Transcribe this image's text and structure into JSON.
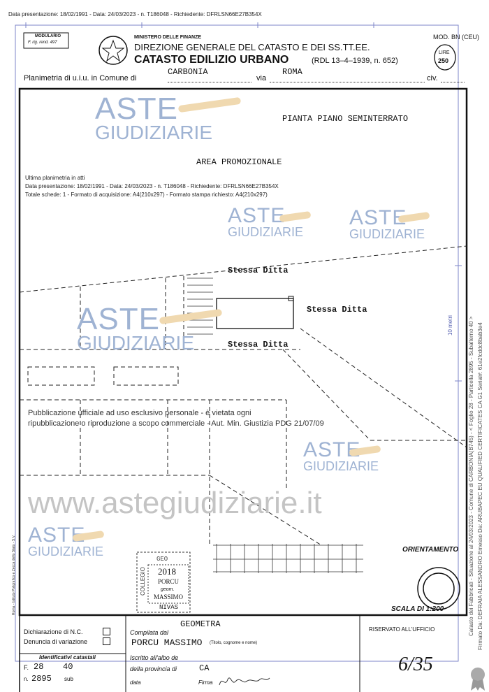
{
  "top_meta": "Data presentazione: 18/02/1991 - Data: 24/03/2023 - n. T186048 - Richiedente: DFRLSN66E27B354X",
  "header": {
    "modulario_line1": "MODULARIO",
    "modulario_line2": "F. rig. rend. 497",
    "ministry": "MINISTERO DELLE FINANZE",
    "direction": "DIREZIONE GENERALE DEL CATASTO E DEI SS.TT.EE.",
    "catasto": "CATASTO EDILIZIO URBANO",
    "law": "(RDL 13–4–1939, n. 652)",
    "mod": "MOD. BN (CEU)",
    "lire_label": "LIRE",
    "lire_value": "250",
    "planimetria_label": "Planimetria di u.i.u. in Comune di",
    "comune": "CARBONIA",
    "via_label": "via",
    "via": "ROMA",
    "civ_label": "civ."
  },
  "plan": {
    "title": "PIANTA PIANO SEMINTERRATO",
    "area": "AREA PROMOZIONALE",
    "labels": [
      "Stessa Ditta",
      "Stessa Ditta",
      "Stessa Ditta"
    ],
    "orientation": "ORIENTAMENTO",
    "scale": "SCALA DI 1:200"
  },
  "stamp": {
    "top": "GEO",
    "year": "2018",
    "surname": "PORCU",
    "geom": "geom.",
    "name": "MASSIMO",
    "city": "NIVAS",
    "side": "COLLEGIO"
  },
  "footer": {
    "dichiarazione": "Dichiarazione di N.C.",
    "denuncia": "Denuncia di variazione",
    "identificativi": "Identificativi catastali",
    "foglio_label": "F.",
    "foglio": "28",
    "sub_value": "40",
    "particella_label": "n.",
    "particella": "2895",
    "sub_label": "sub",
    "compilata_label": "Compilata dal",
    "professione": "GEOMETRA",
    "titolo_hint": "(Titolo, cognome e nome)",
    "compilatore": "PORCU MASSIMO",
    "iscritto_label": "Iscritto all'albo de",
    "provincia_label": "della provincia di",
    "provincia": "CA",
    "data_label": "data",
    "firma_label": "Firma",
    "riservato": "RISERVATO ALL'UFFICIO",
    "handwritten": "6/35"
  },
  "overlay": {
    "ultima": "Ultima planimetria in atti",
    "meta_line": "Data presentazione: 18/02/1991 - Data: 24/03/2023 - n. T186048 - Richiedente: DFRLSN66E27B354X",
    "totale": "Totale schede: 1 - Formato di acquisizione: A4(210x297) - Formato stampa richiesto: A4(210x297)",
    "disclaimer1": "Pubblicazione ufficiale ad uso esclusivo personale - è vietata ogni",
    "disclaimer2": "ripubblicazione o riproduzione a scopo commerciale - Aut. Min. Giustizia PDG 21/07/09",
    "site": "www.astegiudiziarie.it",
    "side1": "Catasto dei Fabbricati - Situazione al 24/03/2023 - Comune di CARBONIA(B745) - < Foglio 28 - Particella 2895 - Subalterno 40 >",
    "side2": "Firmato Da: DEFRAIA ALESSANDRO Emesso Da: ARUBAPEC EU QUALIFIED CERTIFICATES CA G1 Serial#: 61e2fcddc8bab3e4",
    "ruler": "10 metri",
    "left_print": "Roma - Istituto Poligrafico e Zecca dello Stato - S.V."
  },
  "watermark": {
    "aste": "ASTE",
    "giudiziarie": "GIUDIZIARIE"
  },
  "colors": {
    "watermark": "#9fb3d3",
    "overlay_frame": "#7d86c8"
  }
}
